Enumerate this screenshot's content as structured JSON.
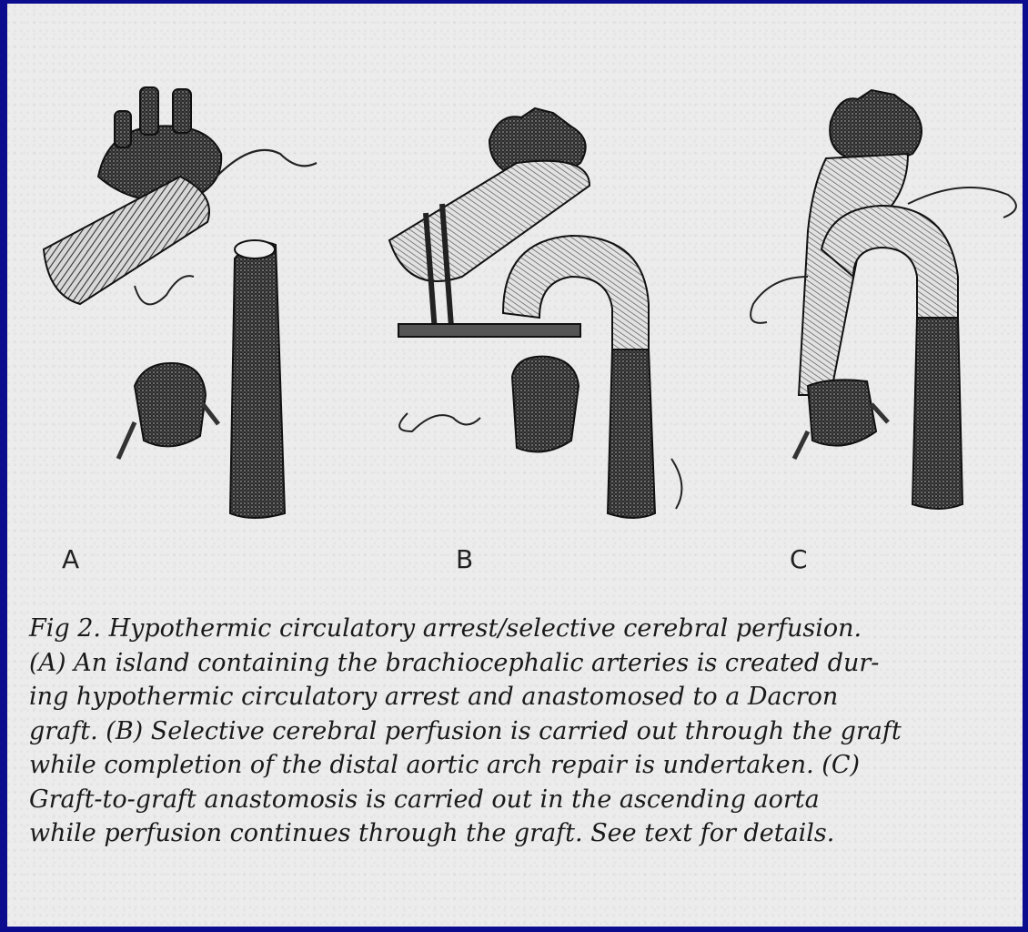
{
  "figure": {
    "panels": [
      {
        "id": "A",
        "label": "A"
      },
      {
        "id": "B",
        "label": "B"
      },
      {
        "id": "C",
        "label": "C"
      }
    ]
  },
  "caption": {
    "lines": [
      "Fig 2. Hypothermic circulatory arrest/selective cerebral perfusion.",
      "(A) An island containing the brachiocephalic arteries is created dur-",
      "ing hypothermic circulatory arrest and anastomosed to a Dacron",
      "graft. (B) Selective cerebral perfusion is carried out through the graft",
      "while completion of the distal aortic arch repair is undertaken. (C)",
      "Graft-to-graft anastomosis is carried out in the ascending aorta",
      "while perfusion continues through the graft. See text for details."
    ]
  },
  "colors": {
    "frame": "#0c0c8e",
    "paper": "#ececec",
    "ink": "#1a1a1a"
  }
}
